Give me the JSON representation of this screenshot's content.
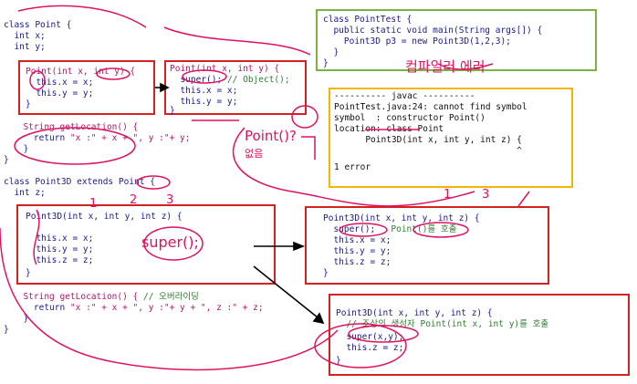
{
  "point_class": {
    "header": "class Point {",
    "field_x": "  int x;",
    "field_y": "  int y;",
    "ctor_sig": "Point(int x, int y) {",
    "ctor_l1": "  this.x = x;",
    "ctor_l2": "  this.y = y;",
    "close": "}",
    "get_sig": "  String getLocation() {",
    "get_ret_kw": "    return ",
    "get_ret_expr": "\"x :\" + x + \", y :\"+ y;",
    "get_close": "  }",
    "class_close": "}"
  },
  "point_ctor_expanded": {
    "sig": "Point(int x, int y) {",
    "super_line": "  super();",
    "super_comment": "// Object();",
    "l1": "  this.x = x;",
    "l2": "  this.y = y;",
    "close": "}"
  },
  "point_test": {
    "header": "class PointTest {",
    "main_sig": "  public static void main(String args[]) {",
    "body": "    Point3D p3 = new Point3D(1,2,3);",
    "close_inner": "  }",
    "close": "}"
  },
  "javac_box": {
    "title": "---------- javac ----------",
    "l1": "PointTest.java:24: cannot find symbol",
    "l2": "symbol  : constructor Point()",
    "l3": "location: class Point",
    "l4": "      Point3D(int x, int y, int z) {",
    "caret": "                                   ^",
    "l5": "1 error"
  },
  "point3d_class": {
    "header_a": "class ",
    "header_name": "Point3D",
    "header_b": " extends ",
    "header_parent": "Point",
    "header_c": " {",
    "field_z": "  int z;",
    "ctor_sig": "Point3D(int x, int y, int z) {",
    "l1": "  this.x = x;",
    "l2": "  this.y = y;",
    "l3": "  this.z = z;",
    "close": "}",
    "get_sig": "  String getLocation() {",
    "get_comment": "// 오버라이딩",
    "get_ret_kw": "    return ",
    "get_ret_expr": "\"x :\" + x + \", y :\"+ y + \", z :\" + z;",
    "get_close": "  }",
    "class_close": "}"
  },
  "point3d_implicit": {
    "sig": "Point3D(int x, int y, int z) {",
    "super_line": "  super();",
    "super_note": "Point()를 호출",
    "l1": "  this.x = x;",
    "l2": "  this.y = y;",
    "l3": "  this.z = z;",
    "close": "}"
  },
  "point3d_fixed": {
    "sig": "Point3D(int x, int y, int z) {",
    "comment": "  // 조상의 생성자 Point(int x, int y)를 호출",
    "super_line": "  super(x,y);",
    "l1": "  this.z = z;",
    "close": "}"
  },
  "annotations": {
    "num1": "1",
    "num2": "2",
    "num3": "3",
    "super_handwritten": "super();",
    "point_handwritten": "Point()?",
    "missing": "없음",
    "note_a": "컴파일러 에러"
  },
  "colors": {
    "code": "#1a1a8c",
    "string": "#b0176b",
    "comment": "#2e7d32",
    "red_box": "#d32020",
    "green_box": "#7cb342",
    "yellow_box": "#f4b400",
    "ink": "#e0115f"
  }
}
